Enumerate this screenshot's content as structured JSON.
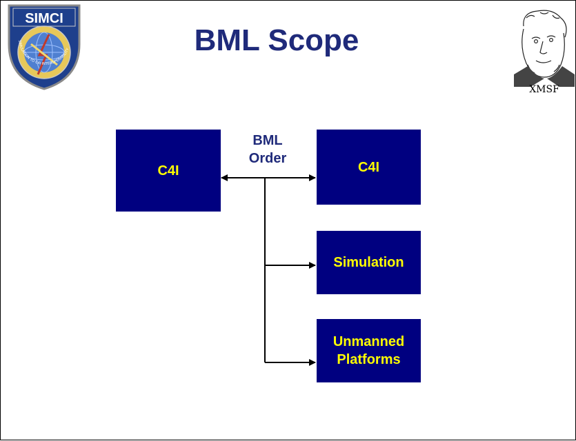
{
  "slide": {
    "title": "BML Scope",
    "left_logo": {
      "name": "simci-logo",
      "top_text": "SIMCI",
      "ring_text": "SIMULATION TO C4I INTEROPERABILITY"
    },
    "right_logo": {
      "name": "xmsf-logo",
      "text": "XMSF"
    }
  },
  "diagram": {
    "order_label": "BML\nOrder",
    "nodes": [
      {
        "id": "c4i-left",
        "label": "C4I"
      },
      {
        "id": "c4i-right",
        "label": "C4I"
      },
      {
        "id": "simulation",
        "label": "Simulation"
      },
      {
        "id": "unmanned-platforms",
        "label": "Unmanned\nPlatforms"
      }
    ]
  },
  "colors": {
    "title": "#1f2a7a",
    "box_fill": "#000080",
    "box_text": "#ffff00",
    "connector": "#000000"
  }
}
